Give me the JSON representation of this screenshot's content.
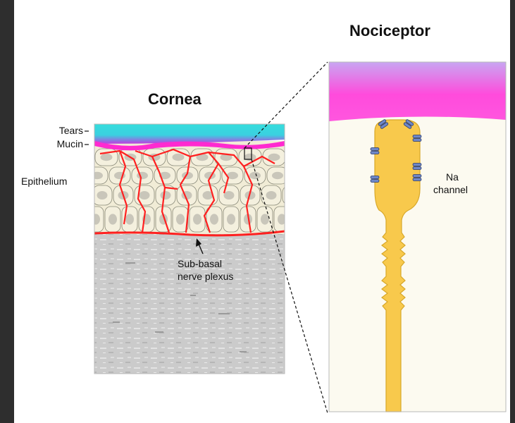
{
  "panels": {
    "left_title": "Cornea",
    "right_title": "Nociceptor"
  },
  "labels": {
    "tears": "Tears",
    "mucin": "Mucin",
    "epithelium": "Epithelium",
    "plexus_line1": "Sub-basal",
    "plexus_line2": "nerve plexus",
    "na_line1": "Na",
    "na_line2": "channel"
  },
  "colors": {
    "tears": "#2fd8d8",
    "mucin": "#ff2ad0",
    "nerve": "#ff2020",
    "cell_fill": "#f4f0de",
    "stroma": "#c9c9c9",
    "nociceptor": "#f8c94c",
    "channel": "#6f88c8"
  }
}
